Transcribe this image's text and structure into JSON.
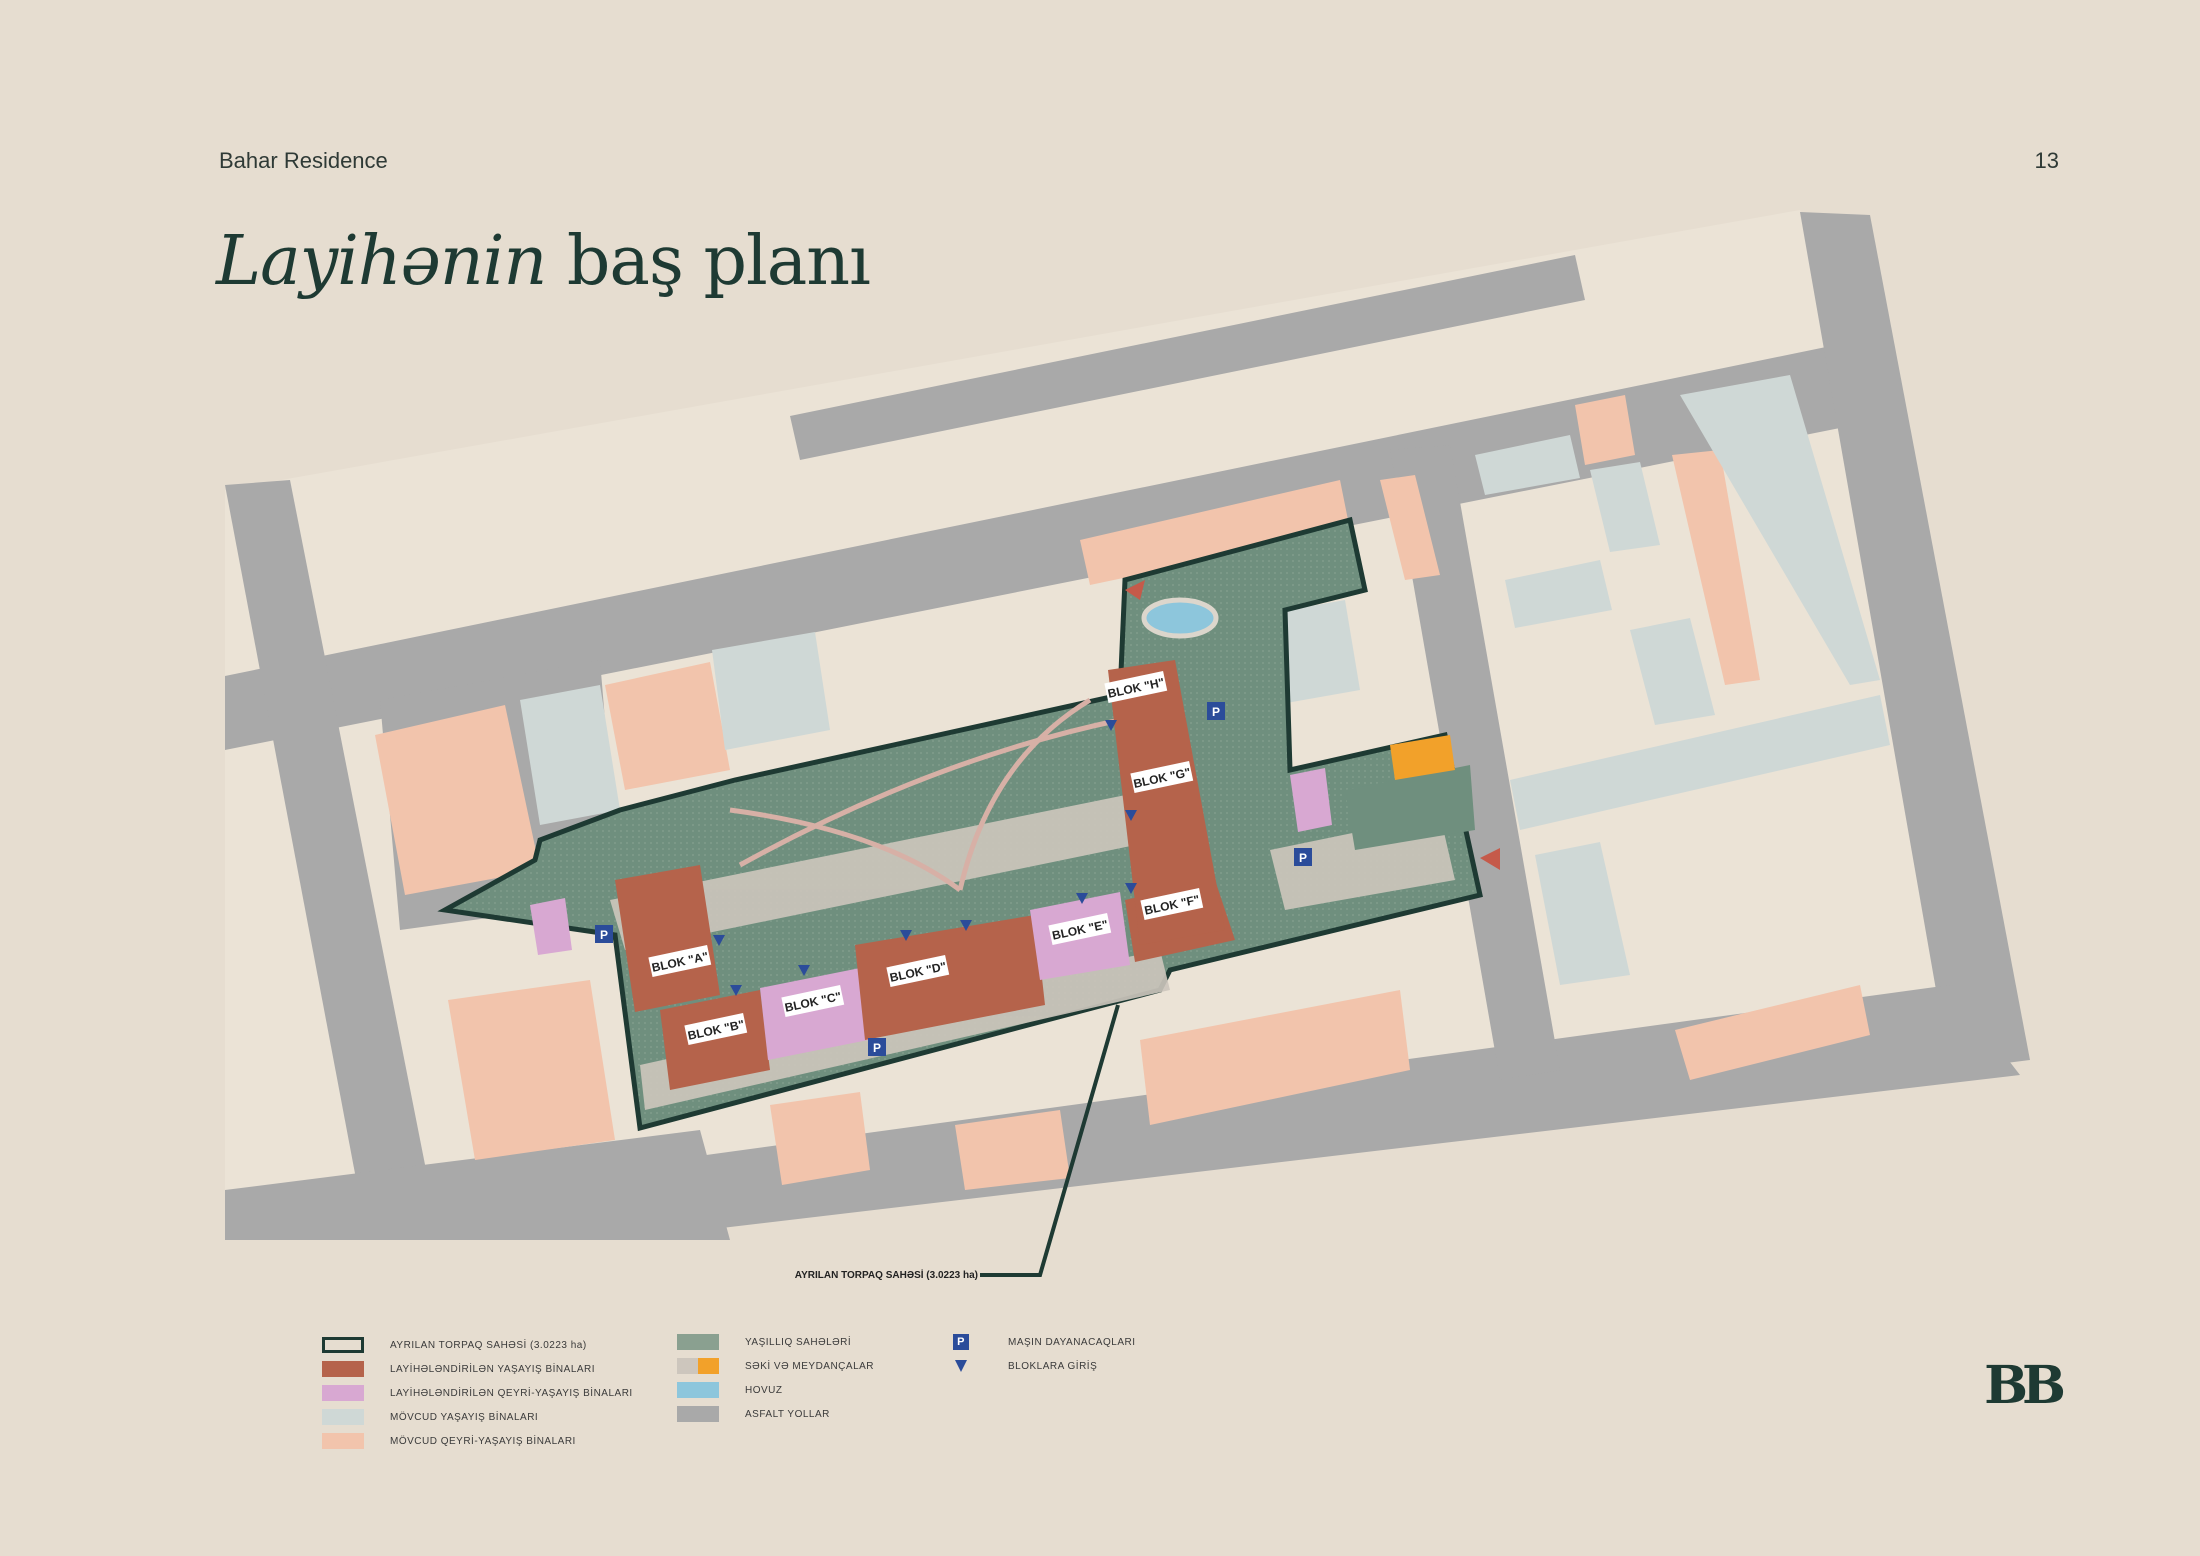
{
  "header": {
    "brand": "Bahar Residence",
    "page_number": "13"
  },
  "title": {
    "italic": "Layihənin",
    "regular": "baş planı"
  },
  "map": {
    "blocks": [
      {
        "label": "BLOK \"A\"",
        "kind": "residential"
      },
      {
        "label": "BLOK \"B\"",
        "kind": "residential"
      },
      {
        "label": "BLOK \"C\"",
        "kind": "non-residential"
      },
      {
        "label": "BLOK \"D\"",
        "kind": "residential"
      },
      {
        "label": "BLOK \"E\"",
        "kind": "non-residential"
      },
      {
        "label": "BLOK \"F\"",
        "kind": "residential"
      },
      {
        "label": "BLOK \"G\"",
        "kind": "residential"
      },
      {
        "label": "BLOK \"H\"",
        "kind": "residential"
      }
    ],
    "parking_label": "P",
    "callout": "AYRILAN TORPAQ SAHƏSİ (3.0223 ha)"
  },
  "legend": {
    "col1": [
      {
        "label": "AYRILAN TORPAQ SAHƏSİ (3.0223 ha)",
        "color": "#e6ddd0",
        "border": "#1e3a33"
      },
      {
        "label": "LAYİHƏLƏNDİRİLƏN YAŞAYIŞ BİNALARI",
        "color": "#b5634b"
      },
      {
        "label": "LAYİHƏLƏNDİRİLƏN QEYRİ-YAŞAYIŞ BİNALARI",
        "color": "#d8a8d2"
      },
      {
        "label": "MÖVCUD YAŞAYIŞ BİNALARI",
        "color": "#cfd8d6"
      },
      {
        "label": "MÖVCUD QEYRİ-YAŞAYIŞ BİNALARI",
        "color": "#f2c4ac"
      }
    ],
    "col2": [
      {
        "label": "YAŞILLIQ SAHƏLƏRİ",
        "color": "#8aa090"
      },
      {
        "label": "SƏKİ VƏ MEYDANÇALAR",
        "color": "#cdc6bd",
        "color2": "#f2a12a"
      },
      {
        "label": "HOVUZ",
        "color": "#8dc6dc"
      },
      {
        "label": "ASFALT YOLLAR",
        "color": "#a9a9a9"
      }
    ],
    "col3": [
      {
        "label": "MAŞIN DAYANACAQLARI",
        "icon": "parking-icon"
      },
      {
        "label": "BLOKLARA GİRİŞ",
        "icon": "entrance-arrow-icon"
      }
    ]
  },
  "colors": {
    "background": "#e6ddd0",
    "road": "#a9a9a9",
    "green": "#6f8f7e",
    "residential": "#b5634b",
    "non_residential": "#d8a8d2",
    "existing_residential": "#cfd8d6",
    "existing_non_residential": "#f2c4ac",
    "site_outline": "#1e3a33",
    "accent_blue": "#2b4c9a"
  }
}
